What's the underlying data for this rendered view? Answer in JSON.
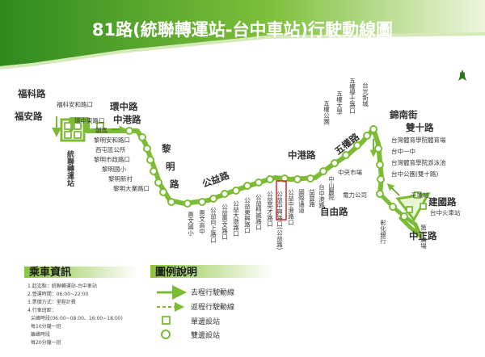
{
  "title": "81路(統聯轉運站-台中車站)行駛動線圖",
  "compass": "N",
  "roads": {
    "fuke": "福科路",
    "fuan": "福安路",
    "huanzhong": "環中路",
    "zhonggang_left": "中港路",
    "liming": "黎明路",
    "gongyi": "公益路",
    "zhonggang_mid": "中港路",
    "wuquan": "五權路",
    "jinnan": "錦南街",
    "shuangshi": "雙十路",
    "ziyou": "自由路",
    "jianguo": "建國路",
    "zhongzheng": "中正路"
  },
  "stops_left": [
    "福科安和路口",
    "環中東路口",
    "朝馬",
    "黎明安和路口",
    "西屯區公所",
    "黎明市政路口",
    "黎明國小",
    "黎明新村",
    "黎明大業路口"
  ],
  "terminal": "統聯轉運站",
  "stops_bottom": [
    "惠文國小",
    "惠文高中",
    "公益向上路口",
    "公益惠文路口",
    "公益大墩路口",
    "公益東興路口",
    "公益精誠路口",
    "公益英才路口",
    "公益中興路口(公益路)",
    "公益中港路口",
    "國際通道",
    "益豐路",
    "台中港路",
    "中山醫院",
    "中央市場"
  ],
  "stops_wuquan": [
    "五權公園",
    "五權大學",
    "五權學士路口",
    "台光新城"
  ],
  "stops_right": [
    "台灣體育學院體育場",
    "台中一中",
    "台灣體育學院游泳池",
    "台中公園(雙十路)"
  ],
  "stops_southeast": [
    "電力公司",
    "千城站",
    "台中火車站",
    "彰化銀行",
    "第一廣場"
  ],
  "ride_info": {
    "heading": "乘車資訊",
    "lines": [
      "1.起迄點：統聯轉運站-台中車站",
      "2.營運時間：06:00~22:00",
      "3.票價方式：里程計費",
      "4.行車班距：",
      "尖峰時段(06:00~08:00、16:00~18:00)",
      "每10分鐘一班",
      "離峰時段",
      "每20分鐘一班"
    ]
  },
  "legend": {
    "heading": "圖例說明",
    "items": [
      "去程行駛動線",
      "返程行駛動線",
      "單邊設站",
      "雙邊設站"
    ]
  },
  "colors": {
    "route": "#7cbc34",
    "route_dark": "#4e9418",
    "banner_start": "#2f8a1e",
    "banner_end": "#e2f0c2",
    "highlight_box": "#d6262c"
  }
}
